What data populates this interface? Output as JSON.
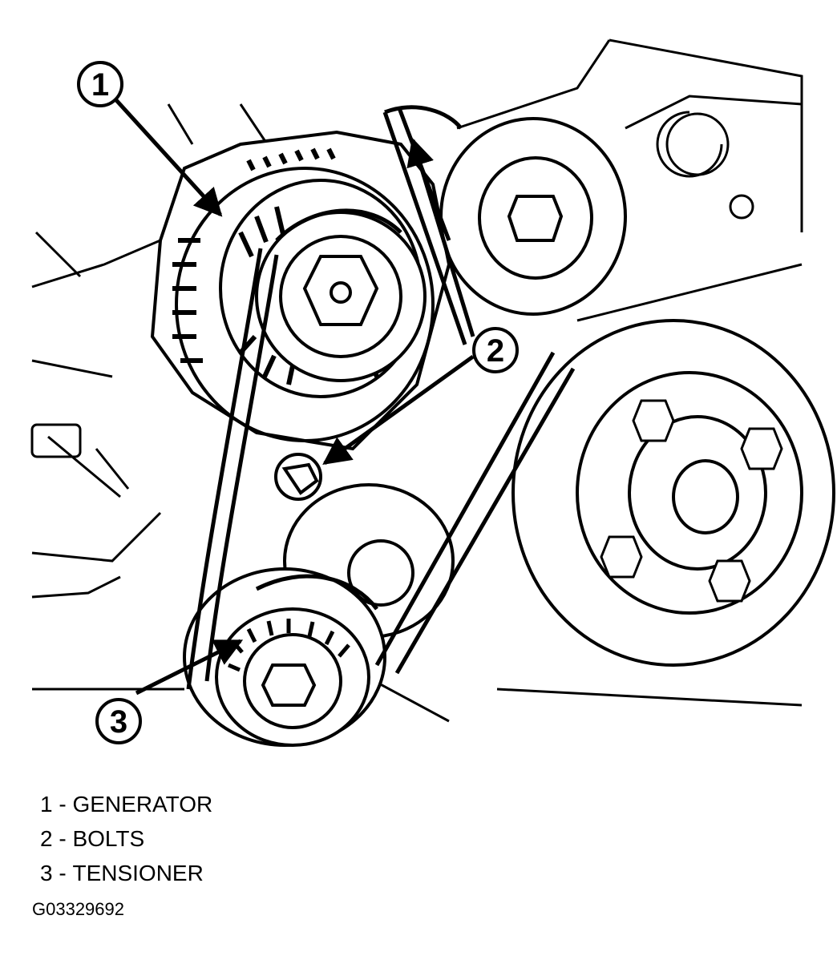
{
  "callouts": [
    {
      "number": "1"
    },
    {
      "number": "2"
    },
    {
      "number": "3"
    }
  ],
  "legend": [
    {
      "number": "1",
      "label": "GENERATOR"
    },
    {
      "number": "2",
      "label": "BOLTS"
    },
    {
      "number": "3",
      "label": "TENSIONER"
    }
  ],
  "separator": "-",
  "figure_id": "G03329692"
}
